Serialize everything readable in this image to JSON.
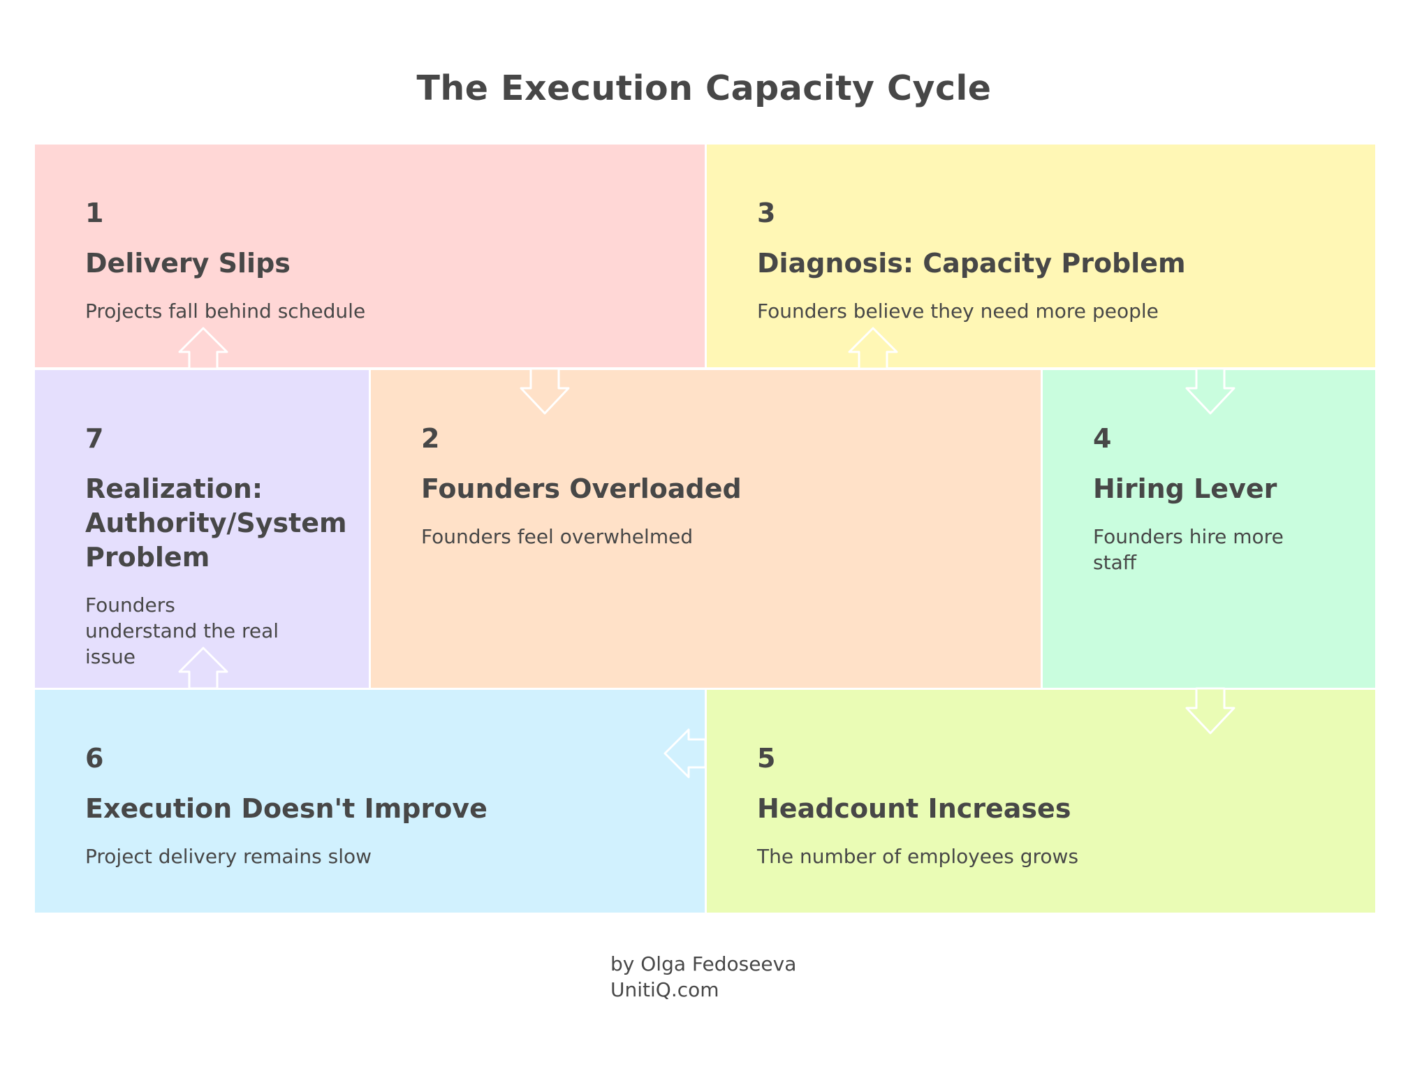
{
  "title": "The Execution Capacity Cycle",
  "steps": [
    {
      "num": "1",
      "heading": "Delivery Slips",
      "description": "Projects fall behind schedule",
      "color": "#ffd7d6"
    },
    {
      "num": "2",
      "heading": "Founders Overloaded",
      "description": "Founders feel overwhelmed",
      "color": "#ffe1c8"
    },
    {
      "num": "3",
      "heading": "Diagnosis: Capacity Problem",
      "description": "Founders believe they need more people",
      "color": "#fff7b5"
    },
    {
      "num": "4",
      "heading": "Hiring Lever",
      "description": "Founders hire more staff",
      "color": "#c9fdde"
    },
    {
      "num": "5",
      "heading": "Headcount Increases",
      "description": "The number of employees grows",
      "color": "#eafcb5"
    },
    {
      "num": "6",
      "heading": "Execution Doesn't Improve",
      "description": "Project delivery remains slow",
      "color": "#d1f1fe"
    },
    {
      "num": "7",
      "heading": "Realization: Authority/System Problem",
      "description": "Founders understand the real issue",
      "color": "#e5dffd"
    }
  ],
  "footer": {
    "author": "by Olga Fedoseeva",
    "site": "UnitiQ.com"
  }
}
